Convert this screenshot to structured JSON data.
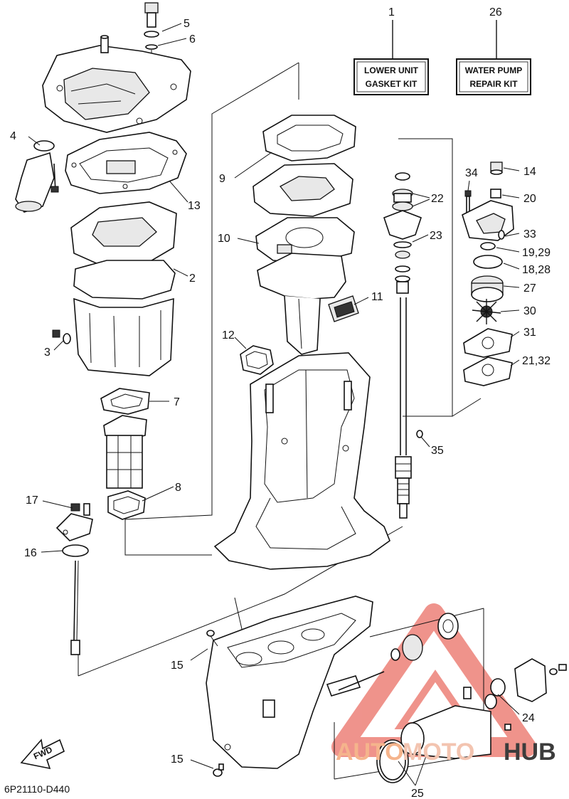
{
  "diagram_code": "6P21110-D440",
  "kits": [
    {
      "label_line1": "LOWER UNIT",
      "label_line2": "GASKET KIT"
    },
    {
      "label_line1": "WATER PUMP",
      "label_line2": "REPAIR KIT"
    }
  ],
  "callouts": [
    "1",
    "26",
    "5",
    "6",
    "4",
    "13",
    "2",
    "3",
    "7",
    "8",
    "17",
    "16",
    "15",
    "15",
    "9",
    "10",
    "11",
    "12",
    "22",
    "23",
    "34",
    "14",
    "20",
    "33",
    "19,29",
    "18,28",
    "27",
    "30",
    "31",
    "21,32",
    "35",
    "24",
    "25"
  ],
  "direction_label": "FWD",
  "watermark": {
    "part1": "AUTO",
    "part2": "MOTO",
    "part3": "HUB"
  },
  "colors": {
    "ink": "#111111",
    "watermark_orange": "#f5b48c",
    "watermark_red": "#e23b2e",
    "watermark_dark": "#3c3c3c"
  }
}
